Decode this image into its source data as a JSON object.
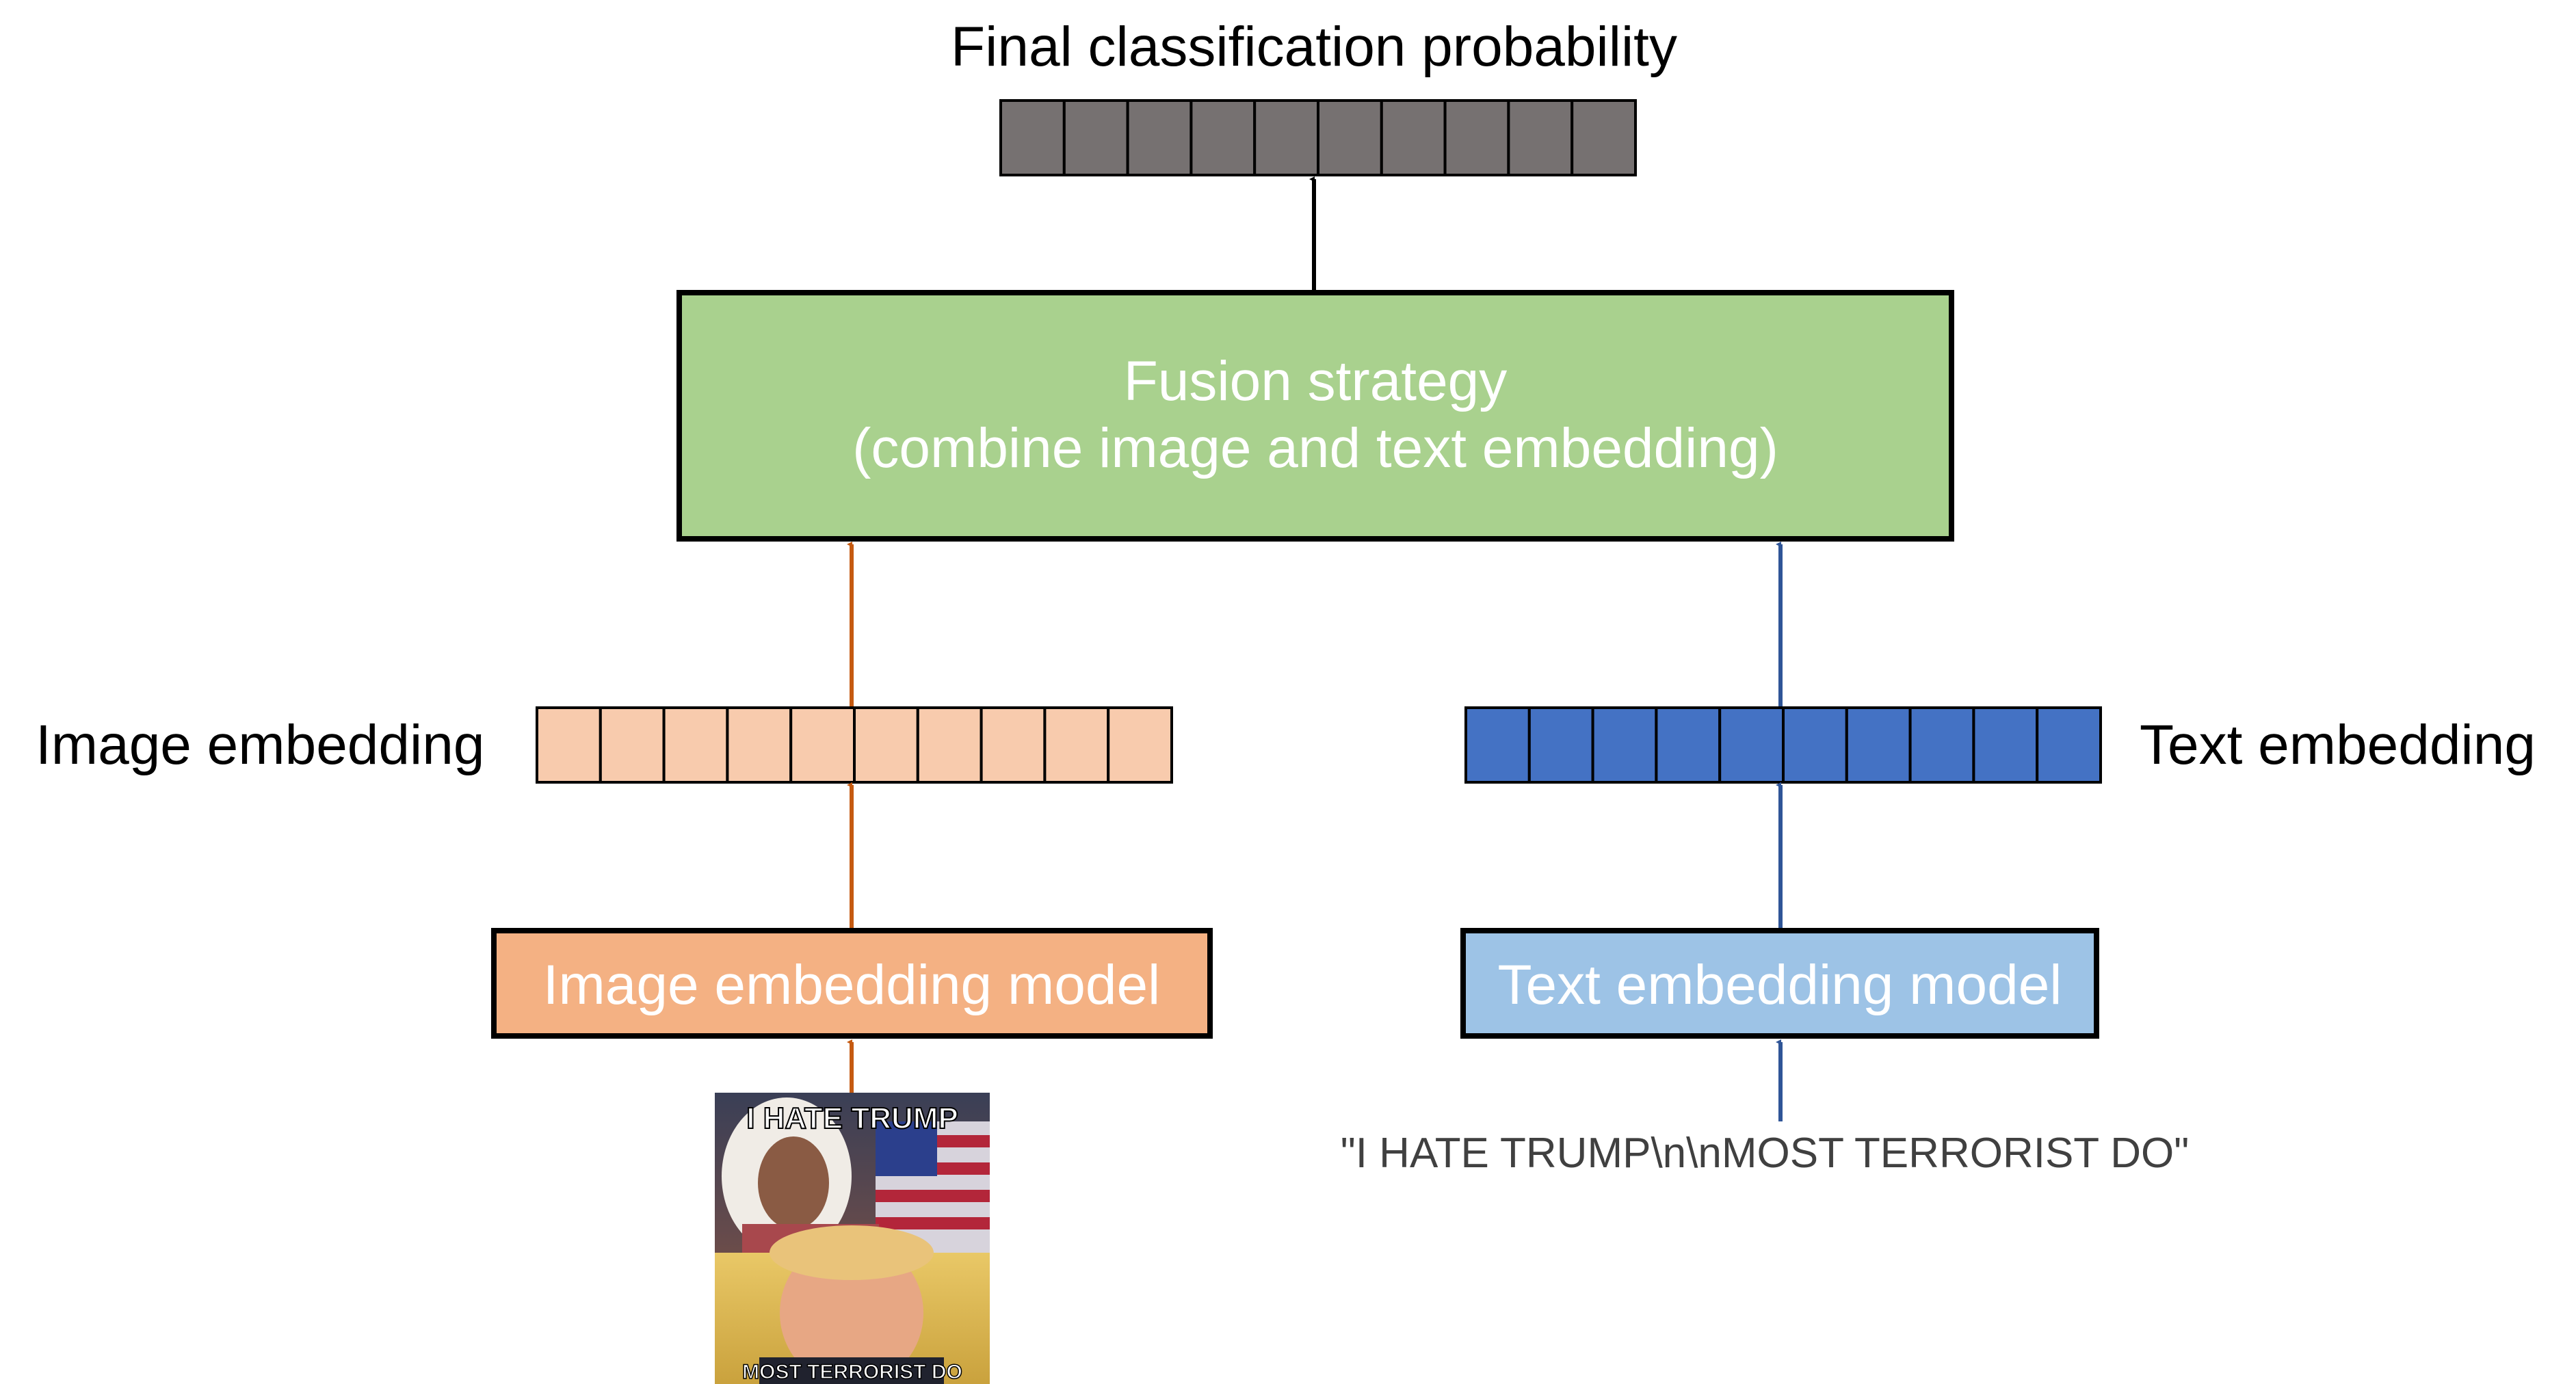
{
  "output": {
    "title": "Final classification probability",
    "cells": 10,
    "color": "#767171"
  },
  "fusion": {
    "line1": "Fusion strategy",
    "line2": "(combine image and text embedding)",
    "color": "#a9d18e"
  },
  "image_branch": {
    "embedding_label": "Image embedding",
    "embedding_cells": 10,
    "embedding_color": "#f8cbad",
    "model_label": "Image embedding model",
    "model_color": "#f4b183",
    "arrow_color": "#c55a11",
    "meme": {
      "top_caption": "I HATE TRUMP",
      "bottom_caption": "MOST TERRORIST DO"
    }
  },
  "text_branch": {
    "embedding_label": "Text embedding",
    "embedding_cells": 10,
    "embedding_color": "#4472c4",
    "model_label": "Text embedding model",
    "model_color": "#9dc3e6",
    "arrow_color": "#2f5597",
    "input_text": "\"I HATE TRUMP\\n\\nMOST TERRORIST DO\""
  }
}
